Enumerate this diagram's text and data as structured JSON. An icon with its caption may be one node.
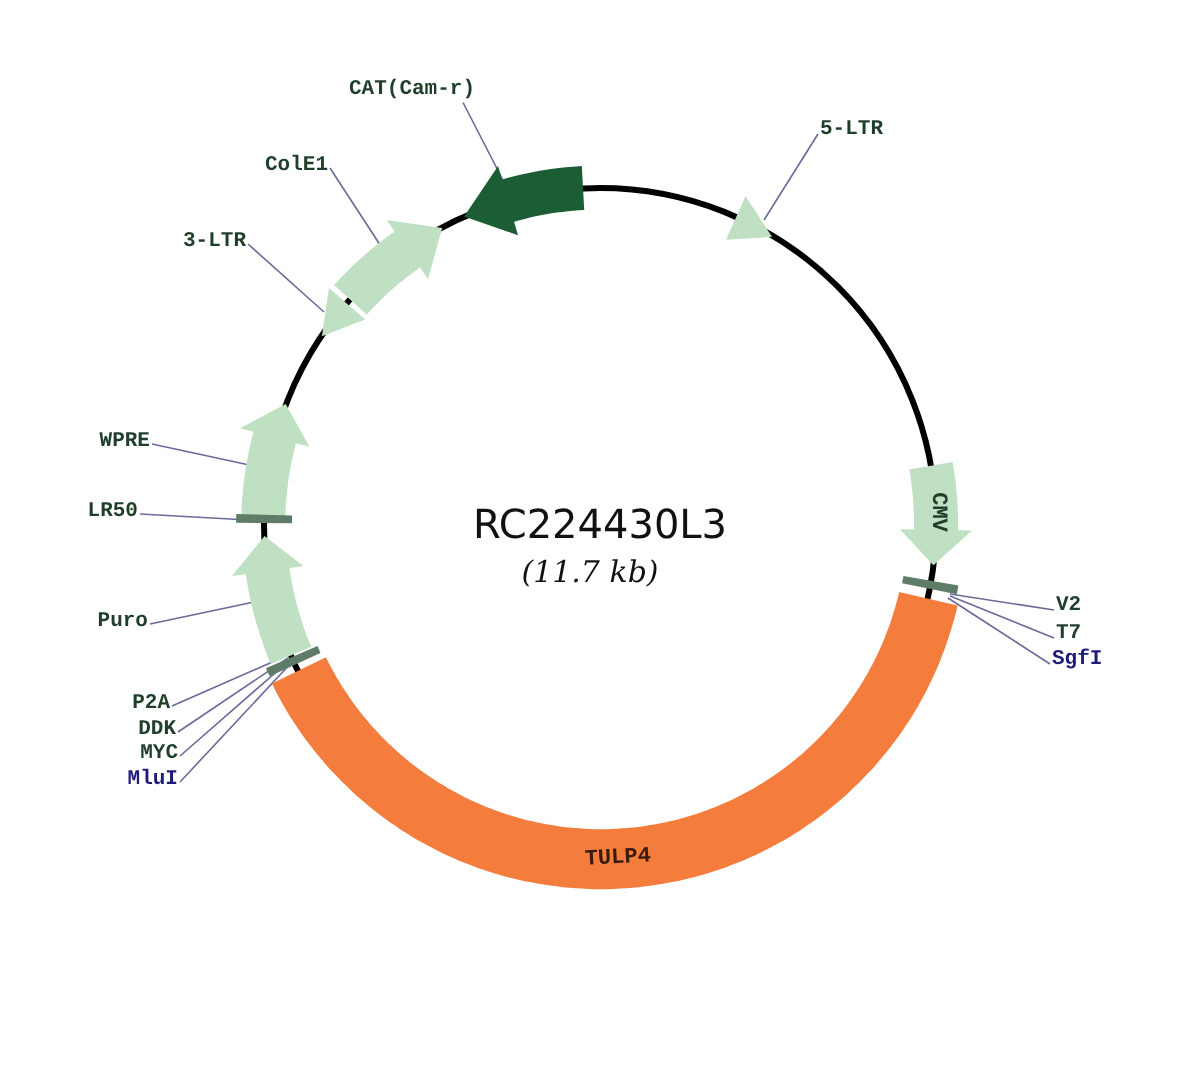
{
  "diagram": {
    "title": "RC224430L3",
    "nodes": [
      {
        "text": [
          "CAT(Cam-r)"
        ]
      },
      {
        "text": [],
        "shape": "arrow"
      },
      {
        "text": [
          "5-LTR"
        ]
      },
      {
        "text": [],
        "shape": "arrow"
      },
      {
        "text": [
          "ColE1"
        ]
      },
      {
        "text": [],
        "shape": "arrow"
      },
      {
        "text": [
          "3-LTR"
        ]
      },
      {
        "text": [],
        "shape": "arrow"
      },
      {
        "text": [
          "WPRE"
        ]
      },
      {
        "text": [],
        "shape": "arrow"
      },
      {
        "text": [
          "LR50"
        ]
      },
      {
        "text": [],
        "shape": "bar"
      },
      {
        "text": [
          "CMV"
        ]
      },
      {
        "text": [
          "V2"
        ]
      },
      {
        "text": [
          "T7"
        ]
      },
      {
        "text": [
          "SgfI"
        ]
      },
      {
        "text": [],
        "shape": "bar"
      },
      {
        "text": [
          "Puro"
        ]
      },
      {
        "text": [],
        "shape": "arrow"
      },
      {
        "text": [
          "P2A"
        ]
      },
      {
        "text": [
          "DDK"
        ]
      },
      {
        "text": [
          "MYC"
        ]
      },
      {
        "text": [
          "MluI"
        ]
      },
      {
        "text": [],
        "shape": "bar"
      },
      {
        "text": [
          "TULP4"
        ]
      }
    ],
    "edges": [
      {
        "from": 0,
        "to": 1,
        "arrow": "none"
      },
      {
        "from": 2,
        "to": 3,
        "arrow": "none"
      },
      {
        "from": 4,
        "to": 5,
        "arrow": "none"
      },
      {
        "from": 6,
        "to": 7,
        "arrow": "none"
      },
      {
        "from": 8,
        "to": 9,
        "arrow": "none"
      },
      {
        "from": 10,
        "to": 11,
        "arrow": "none"
      },
      {
        "from": 13,
        "to": 16,
        "arrow": "none"
      },
      {
        "from": 14,
        "to": 16,
        "arrow": "none"
      },
      {
        "from": 15,
        "to": 16,
        "arrow": "none"
      },
      {
        "from": 17,
        "to": 18,
        "arrow": "none"
      },
      {
        "from": 19,
        "to": 23,
        "arrow": "none"
      },
      {
        "from": 20,
        "to": 23,
        "arrow": "none"
      },
      {
        "from": 21,
        "to": 23,
        "arrow": "none"
      },
      {
        "from": 22,
        "to": 23,
        "arrow": "none"
      }
    ],
    "labels": [
      "(11.7 kb)"
    ]
  }
}
